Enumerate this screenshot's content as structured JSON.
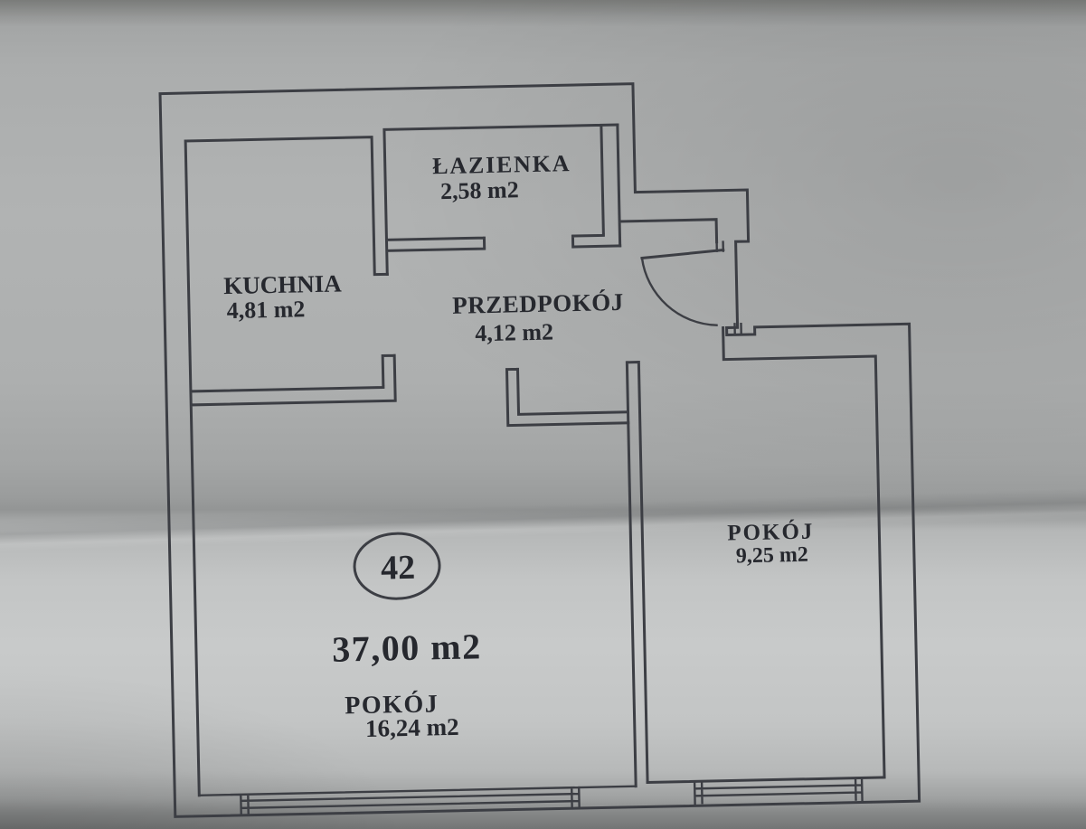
{
  "apartment": {
    "number": "42",
    "total_area": "37,00 m2"
  },
  "rooms": [
    {
      "key": "lazienka",
      "name": "ŁAZIENKA",
      "area": "2,58 m2"
    },
    {
      "key": "kuchnia",
      "name": "KUCHNIA",
      "area": "4,81 m2"
    },
    {
      "key": "przedpokoj",
      "name": "PRZEDPOKÓJ",
      "area": "4,12 m2"
    },
    {
      "key": "pokoj_maly",
      "name": "POKÓJ",
      "area": "9,25 m2"
    },
    {
      "key": "pokoj_duzy",
      "name": "POKÓJ",
      "area": "16,24 m2"
    }
  ],
  "colors": {
    "paper": "#b1b3b3",
    "ink": "#3c3e44",
    "text": "#26282e"
  }
}
